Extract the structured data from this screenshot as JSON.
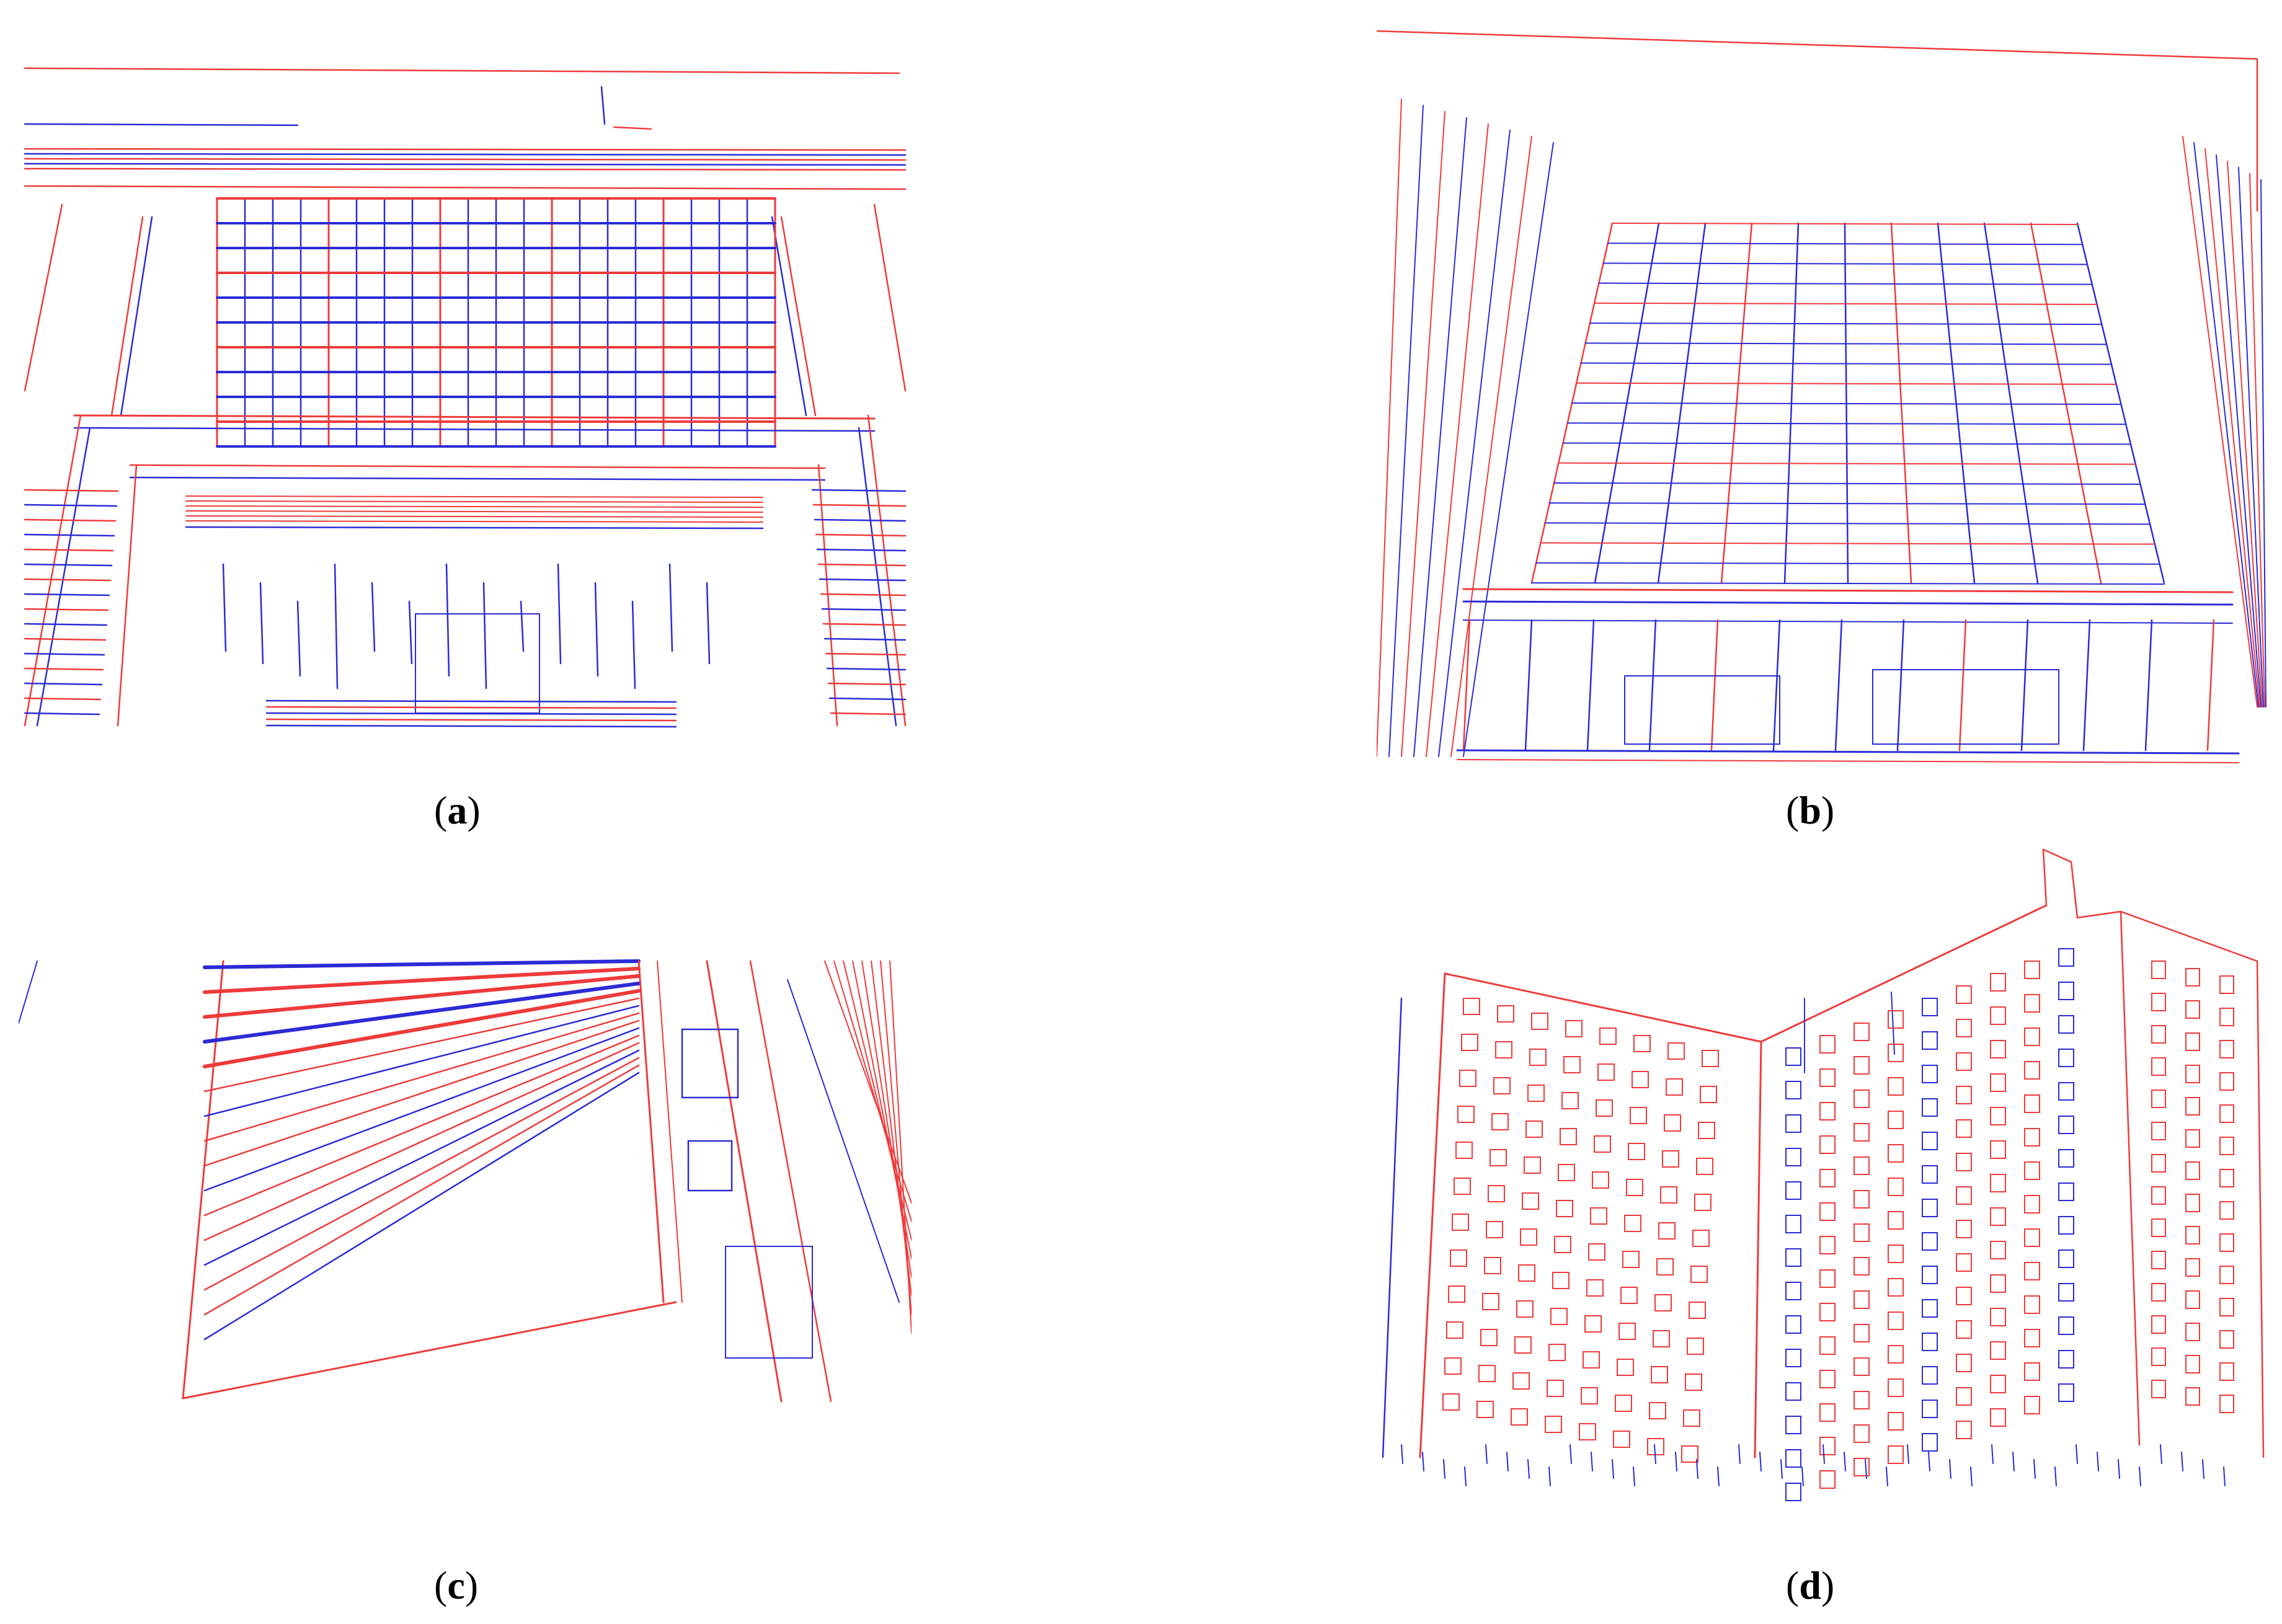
{
  "colors": {
    "red": "#ee3b3b",
    "blue": "#2b2bd6",
    "background": "#ffffff"
  },
  "panels": [
    {
      "id": "a",
      "label": "a"
    },
    {
      "id": "b",
      "label": "b"
    },
    {
      "id": "c",
      "label": "c"
    },
    {
      "id": "d",
      "label": "d"
    }
  ]
}
